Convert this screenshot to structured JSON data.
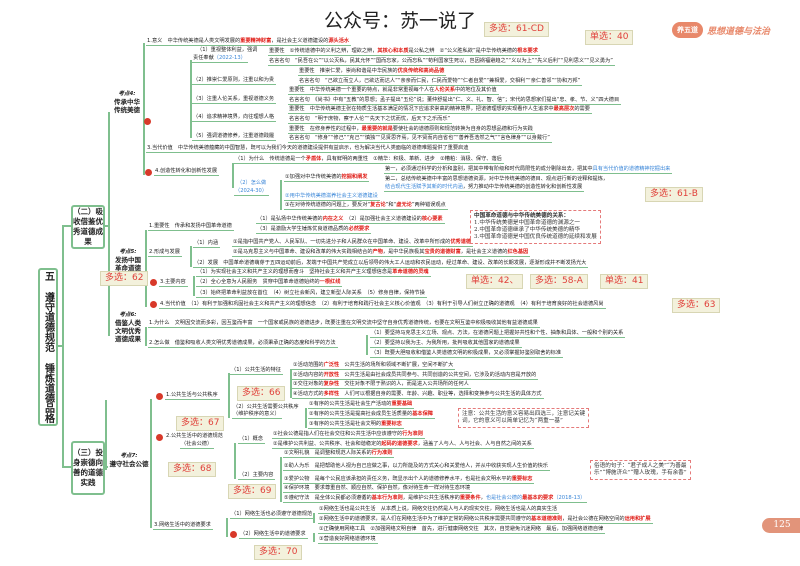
{
  "header": {
    "title": "公众号：苏一说了",
    "logo_seal": "养五道",
    "logo_text": "思想道德与法治"
  },
  "root": "五 遵守道德规范 锤炼道德品格",
  "sections": {
    "s2": "（二）吸收借鉴优秀道德成果",
    "s3": "（三）投身崇德向善的道德实践"
  },
  "points": {
    "k4": {
      "tag": "考点4:",
      "label": "传承中华传统美德"
    },
    "k5": {
      "tag": "考点5:",
      "label": "发扬中国革命道德"
    },
    "k6": {
      "tag": "考点6:",
      "label": "借鉴人类文明优秀道德成果"
    },
    "k7": {
      "tag": "考点7:",
      "label": "遵守社会公德"
    }
  },
  "badges": [
    "多选：61-CD",
    "单选：40",
    "多选：61-B",
    "多选：62",
    "单选：41",
    "单选：42、",
    "多选：58-A",
    "多选：63",
    "多选：66",
    "多选：67",
    "多选：68",
    "多选：69",
    "多选：70"
  ],
  "notes": {
    "revolution": [
      "中国革命道德与中华传统美德的关系：",
      "1.中华传统美德是中国革命道德的渊源之一",
      "2.中国革命道德继承了中华传统美德的精华",
      "3.中国革命道德是中国优良传统道德的延续和发展"
    ],
    "public_order": [
      "注意：公共生活的意义容易出四选三，注意记关键",
      "词，它的意义可以简单记忆为“两重一基”"
    ],
    "proverbs": [
      "俗语的句子：“君子成人之美”“为善最",
      "乐”“博施济众”“赠人玫瑰，手有余香”"
    ]
  },
  "page_number": "125",
  "lines": [
    [
      [
        "1.意义　中华传统美德是人类文明发展的",
        "k"
      ],
      [
        "重要精神财富",
        "r"
      ],
      [
        "，是社会主义道德建设的",
        "k"
      ],
      [
        "源头活水",
        "r"
      ]
    ],
    [
      [
        "（1）重视整体利益，强调",
        "k"
      ]
    ],
    [
      [
        "责任奉献",
        "k"
      ],
      [
        "（2022-13）",
        "b"
      ]
    ],
    [
      [
        "重要性　①传统道德中的义利之辨，理欲之辨，",
        "k"
      ],
      [
        "其核心和本质",
        "r"
      ],
      [
        "是公私之辨　②“公义胜私欲”是中华传统美德的",
        "k"
      ],
      [
        "根本要求",
        "r"
      ]
    ],
    [
      [
        "名言名句　“民吾在公”“以公灭私，民其允怀”“国而忘家，公而忘私”“苟利国家生死以，岂因祸福避趋之”“义以为上”“先义后利”“见利思义”“见义勇为”",
        "k"
      ]
    ],
    [
      [
        "重要性　推崇仁爱，崇尚和谐是中华民族的",
        "k"
      ],
      [
        "优良传统和高尚品德",
        "r"
      ]
    ],
    [
      [
        "（2）推崇仁爱原则，注重以和为贵",
        "k"
      ]
    ],
    [
      [
        "名言名句　“己欲立而立人，己欲达而达人”“亲亲而仁民，仁民而爱物”“仁者自爱”“兼相爱，交相利”“亲仁善邻”“协和万邦”",
        "k"
      ]
    ],
    [
      [
        "重要性　中华传统美德一个重要的特点，就是非常重视每个人在",
        "k"
      ],
      [
        "人伦关系",
        "r"
      ],
      [
        "中的地位及其价值",
        "k"
      ]
    ],
    [
      [
        "（3）注重人伦关系，重视道德义务",
        "k"
      ]
    ],
    [
      [
        "名言名句　《尚书》中有“五教”的思想；孟子提出“五伦”说；董仲舒提出“仁、义、礼、智、信”；宋代的思想家们提出“忠、孝、节、义”四大德目",
        "k"
      ]
    ],
    [
      [
        "重要性　中华传统美德主张在物质生活基本满足的情况下应追求崇高的精神境界，把道德理想的实现看作人生追求中",
        "k"
      ],
      [
        "最高层次",
        "r"
      ],
      [
        "的需要",
        "k"
      ]
    ],
    [
      [
        "（4）追求精神境界，向往理想人格",
        "k"
      ]
    ],
    [
      [
        "名言名句　“明于庶物，察于人伦”“先天下之忧而忧，后天下之乐而乐”",
        "k"
      ]
    ],
    [
      [
        "重要性　在修身养性的过程中，",
        "k"
      ],
      [
        "最重要的就是",
        "r"
      ],
      [
        "要使社会的道德原则和规范转换为自身的思想品德和行为实践",
        "k"
      ]
    ],
    [
      [
        "（5）强调道德修养，注重道德践履",
        "k"
      ]
    ],
    [
      [
        "名言名句　“修身”“修己”“克己”“慎独”“见贤思齐焉，见不贤而内自省也”“善养吾浩然之气”“言色律身”“以身戴行”",
        "k"
      ]
    ],
    [
      [
        "3.当代价值　中华传统美德蕴藏的中国智慧，既可以为我们今天的道德建设提供有益启示，也为解决当代人类面临的道德难题提供了重要启迪",
        "k"
      ]
    ],
    [
      [
        "（1）为什么　传统道德是一个",
        "k"
      ],
      [
        "矛盾体",
        "r"
      ],
      [
        "，具有鲜明的两重性　①精华：积极、革新、进步　②糟粕：消极、保守、落后",
        "k"
      ]
    ],
    [
      [
        "4.创造性转化和创新性发展",
        "k"
      ]
    ],
    [
      [
        "第一，必须通过科学的分析和鉴别，把其中带有阶级和时代局限性的成分剔除出去，把其中",
        "k"
      ],
      [
        "具有当代价值的道德精神挖掘出来",
        "b"
      ]
    ],
    [
      [
        "①加强对中华传统美德的",
        "k"
      ],
      [
        "挖掘和阐发",
        "r"
      ]
    ],
    [
      [
        "第二，总结传统美德中丰富的思想道德资源，对中华传统美德的德目、观点进行新的诠释和提炼，",
        "k"
      ]
    ],
    [
      [
        "（2）怎么做",
        "b"
      ]
    ],
    [
      [
        "结合现代生活赋予其新的时代内涵",
        "b"
      ],
      [
        "，努力推动中华传统美德的创造性转化和创新性发展",
        "k"
      ]
    ],
    [
      [
        "（2024-30）",
        "b"
      ]
    ],
    [
      [
        "②用中华传统美德滋养社会主义道德建设",
        "b"
      ]
    ],
    [
      [
        "③在对待传统道德的问题上，要反对“",
        "k"
      ],
      [
        "复古论",
        "r"
      ],
      [
        "”和“",
        "k"
      ],
      [
        "虚无论",
        "r"
      ],
      [
        "”两种错误观点",
        "k"
      ]
    ],
    [
      [
        "（1）是弘扬中华传统美德的",
        "k"
      ],
      [
        "内在之义",
        "r"
      ],
      [
        "　（2）是加强社会主义道德建设的",
        "k"
      ],
      [
        "核心要素",
        "r"
      ]
    ],
    [
      [
        "1.重要性　传承和发扬中国革命道德",
        "k"
      ]
    ],
    [
      [
        "（3）是激励大学生锤炼优良道德品质的",
        "k"
      ],
      [
        "必然要求",
        "r"
      ]
    ],
    [
      [
        "（1）内涵",
        "k"
      ]
    ],
    [
      [
        "①是指中国共产党人、人民军队、一切先进分子和人民群众在中国革命、建设、改革中所形成的",
        "k"
      ],
      [
        "优秀道德",
        "r"
      ]
    ],
    [
      [
        "2.形成与发展",
        "k"
      ]
    ],
    [
      [
        "②是马克思主义与中国革命、建设和改革的伟大实践相结合的",
        "k"
      ],
      [
        "产物",
        "r"
      ],
      [
        "，是中华民族极其",
        "k"
      ],
      [
        "宝贵的道德财富",
        "r"
      ],
      [
        "，是社会主义道德的",
        "k"
      ],
      [
        "红色基因",
        "r"
      ]
    ],
    [
      [
        "（2）发展　中国革命道德萌芽于五四运动前后，发端于中国共产党成立以后领导的伟大工人运动和农民运动，经过革命、建设、改革的长期发展，逐渐形成并不断发扬光大",
        "k"
      ]
    ],
    [
      [
        "（1）为实现社会主义和共产主义的理想而奋斗　坚持社会主义和共产主义理想信念是",
        "k"
      ],
      [
        "革命道德的灵魂",
        "r"
      ]
    ],
    [
      [
        "3.主要内容",
        "k"
      ]
    ],
    [
      [
        "（2）全心全意为人民服务　贯穿中国革命道德始终的",
        "k"
      ],
      [
        "一根红线",
        "r"
      ]
    ],
    [
      [
        "（3）始终把革命利益放在首位　（4）树立社会新风，建立新型人际关系　（5）修身自律，保持节操",
        "k"
      ]
    ],
    [
      [
        "4.当代价值　（1）有利于加强和巩固社会主义和共产主义的理想信念　（2）有利于培育和践行社会主义核心价值观　（3）有利于引导人们树立正确的道德观　（4）有利于培育良好的社会道德风尚",
        "k"
      ]
    ],
    [
      [
        "1.为什么　文明因交流而多彩，因互鉴而丰富　一个国家或民族的道德进步，既要注重在文明交流中坚守自身优秀道德传统，也要在文明互鉴中积极吸收其他有益道德成果",
        "k"
      ]
    ],
    [
      [
        "（1）要坚持马克思主义立场、观点、方法，在道德问题上把握好共性和个性、抽象和具体、一般和个别的关系",
        "k"
      ]
    ],
    [
      [
        "2.怎么做　借鉴和吸收人类文明优秀道德成果，必须秉承正确的态度和科学的方法",
        "k"
      ]
    ],
    [
      [
        "（2）要坚持以我为主、为我所用，批判吸收其他国家的道德成果",
        "k"
      ]
    ],
    [
      [
        "（3）既要大胆吸收和借鉴人类道德文明的积极成果，又必须掌握好鉴别取舍的标准",
        "k"
      ]
    ],
    [
      [
        "①活动范围的",
        "k"
      ],
      [
        "广泛性",
        "r"
      ],
      [
        "　公共生活的场所和领域不断扩展，空间不断扩大",
        "k"
      ]
    ],
    [
      [
        "（1）公共生活的特征",
        "k"
      ]
    ],
    [
      [
        "②活动内容的",
        "k"
      ],
      [
        "开放性",
        "r"
      ],
      [
        "　公共生活是由社会成员共同参与、共同创造的公共空间，它涉及的活动内容是开放的",
        "k"
      ]
    ],
    [
      [
        "③交往对象的",
        "k"
      ],
      [
        "复杂性",
        "r"
      ],
      [
        "　交往对象不限于熟识的人，而是进入公共场所的任何人",
        "k"
      ]
    ],
    [
      [
        "1.公共生活与公共秩序",
        "k"
      ]
    ],
    [
      [
        "④活动方式的",
        "k"
      ],
      [
        "多样性",
        "r"
      ],
      [
        "　人们可以根据自身的需要、年龄、兴趣、职业等，选择和变换参与公共生活的具体方式",
        "k"
      ]
    ],
    [
      [
        "①有序的公共生活是社会生产活动的",
        "k"
      ],
      [
        "重要基础",
        "r"
      ]
    ],
    [
      [
        "（2）公共生活需要公共秩序",
        "k"
      ]
    ],
    [
      [
        "（维护秩序的意义）",
        "k"
      ]
    ],
    [
      [
        "②有序的公共生活是提高社会成员生活质量的",
        "k"
      ],
      [
        "基本保障",
        "r"
      ]
    ],
    [
      [
        "③有序的公共生活是社会文明的",
        "k"
      ],
      [
        "重要标志",
        "r"
      ]
    ],
    [
      [
        "①社会公德是指人们在社会交往和公共生活中应该遵守的",
        "k"
      ],
      [
        "行为准则",
        "r"
      ]
    ],
    [
      [
        "2.公共生活中的道德规范",
        "k"
      ]
    ],
    [
      [
        "（1）概念",
        "k"
      ]
    ],
    [
      [
        "②是维护公共利益、公共秩序、社会和谐稳定的",
        "k"
      ],
      [
        "起码的道德要求",
        "r"
      ],
      [
        "，涵盖了人与人、人与社会、人与自然之间的关系",
        "k"
      ]
    ],
    [
      [
        "（社会公德）",
        "k"
      ]
    ],
    [
      [
        "①文明礼貌　是调整和规范人际关系的",
        "k"
      ],
      [
        "行为准则",
        "r"
      ]
    ],
    [
      [
        "②助人为乐　是把帮助他人视为自己应做之事，以力所能及的方式关心和关爱他人，并从中收获实现人生价值的快乐",
        "k"
      ]
    ],
    [
      [
        "（2）主要内容",
        "k"
      ]
    ],
    [
      [
        "③爱护公物　是每个公民应该承担的责任义务，既显示出个人的道德修养水平，也是社会文明水平的",
        "k"
      ],
      [
        "重要标志",
        "r"
      ]
    ],
    [
      [
        "④保护环境　要求尊重自然、顺应自然、保护自然，像对待生命一样对待生态环境",
        "k"
      ]
    ],
    [
      [
        "⑤遵纪守法　是全体公民都必须遵循的",
        "k"
      ],
      [
        "基本行为准则",
        "r"
      ],
      [
        "，是维护公共生活秩序的",
        "k"
      ],
      [
        "重要条件",
        "r"
      ],
      [
        "，",
        "k"
      ],
      [
        "也是社会公德的",
        "b"
      ],
      [
        "最基本的要求",
        "r"
      ],
      [
        "（2018-13）",
        "b"
      ]
    ],
    [
      [
        "①网络生活也是公共生活　从本质上说，网络交往仍然是人与人的现实交往，网络生活也是人的真实生活",
        "k"
      ]
    ],
    [
      [
        "（1）网络生活也必须遵守道德规范",
        "k"
      ]
    ],
    [
      [
        "②网络生活中的道德要求，是人们在网络生活中为了维护正常的网络公共秩序需要共同遵守的",
        "k"
      ],
      [
        "基本道德准则",
        "r"
      ],
      [
        "，是社会公德在网络空间的",
        "k"
      ],
      [
        "运用和扩展",
        "r"
      ]
    ],
    [
      [
        "3.网络生活中的道德要求",
        "k"
      ]
    ],
    [
      [
        "①正确使用网络工具　②加强网络文明自律　首先，进行健康网络交往　其次，自觉避免沉迷网络　最后，加强网络道德自律",
        "k"
      ]
    ],
    [
      [
        "（2）网络生活中的道德要求",
        "k"
      ]
    ],
    [
      [
        "③营造良好网络道德环境",
        "k"
      ]
    ]
  ]
}
